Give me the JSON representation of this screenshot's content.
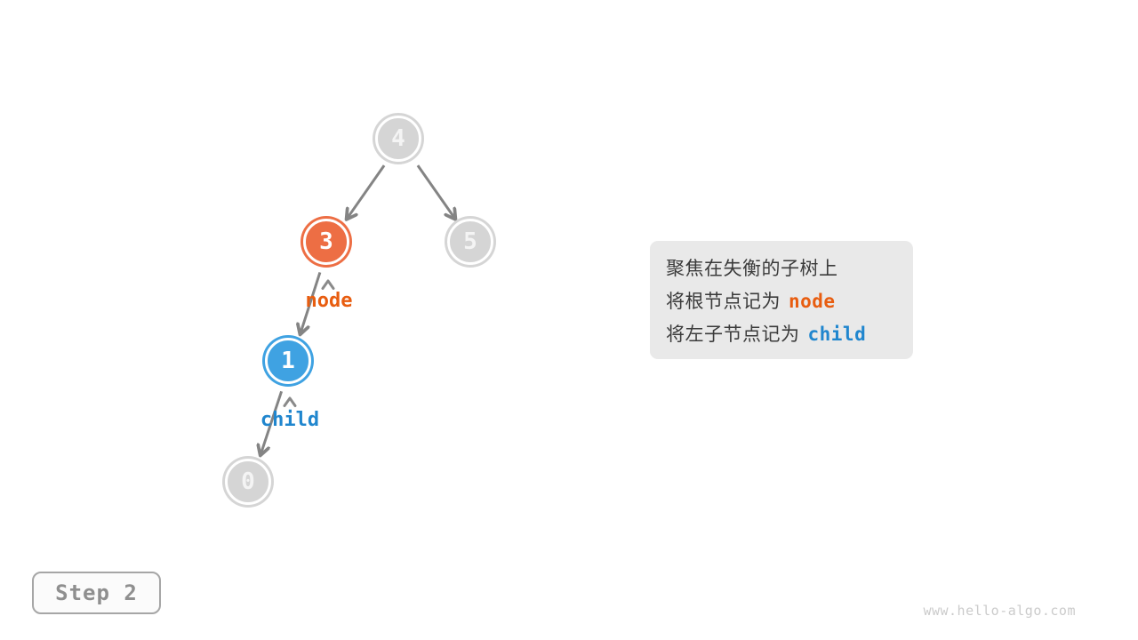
{
  "diagram": {
    "title_hint": "binary tree rotation step",
    "tree": {
      "nodes": [
        {
          "value": "4",
          "color": "gray",
          "position": "root"
        },
        {
          "value": "3",
          "color": "orange",
          "position": "left child of 4",
          "pointer_tag": "node"
        },
        {
          "value": "5",
          "color": "gray",
          "position": "right child of 4"
        },
        {
          "value": "1",
          "color": "blue",
          "position": "left child of 3",
          "pointer_tag": "child"
        },
        {
          "value": "0",
          "color": "gray",
          "position": "left child of 1"
        }
      ],
      "edges": [
        {
          "from": "4",
          "to": "3"
        },
        {
          "from": "4",
          "to": "5"
        },
        {
          "from": "3",
          "to": "1"
        },
        {
          "from": "1",
          "to": "0"
        }
      ]
    },
    "pointer_labels": {
      "node": "node",
      "child": "child"
    }
  },
  "annotation": {
    "line1": "聚焦在失衡的子树上",
    "line2_text": "将根节点记为",
    "line2_code": "node",
    "line3_text": "将左子节点记为",
    "line3_code": "child"
  },
  "step_label": "Step 2",
  "watermark": "www.hello-algo.com",
  "colors": {
    "node_gray": "#d5d5d5",
    "node_orange": "#ed6e44",
    "node_blue": "#3fa2e2",
    "label_orange": "#e85d10",
    "label_blue": "#2086ce",
    "edge_gray": "#848484",
    "annotation_bg": "#e9e9e9",
    "annotation_text": "#3b3b3b",
    "step_border": "#a6a6a6",
    "step_text": "#8f8f8f",
    "watermark_text": "#cbcbcb"
  }
}
